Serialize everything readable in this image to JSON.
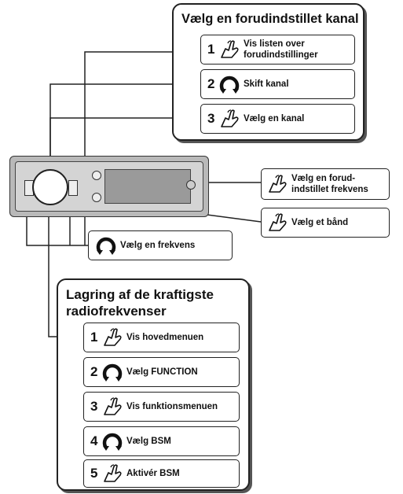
{
  "top_panel": {
    "title": "Vælg en forudindstillet kanal",
    "steps": [
      {
        "num": "1",
        "icon": "hand-touch-icon",
        "label_line1": "Vis listen over",
        "label_line2": "forudindstillinger"
      },
      {
        "num": "2",
        "icon": "rotary-knob-icon",
        "label_line1": "Skift kanal",
        "label_line2": ""
      },
      {
        "num": "3",
        "icon": "hand-touch-icon",
        "label_line1": "Vælg en kanal",
        "label_line2": ""
      }
    ]
  },
  "right_callouts": [
    {
      "icon": "hand-touch-icon",
      "label_line1": "Vælg en forud-",
      "label_line2": "indstillet frekvens"
    },
    {
      "icon": "hand-touch-icon",
      "label_line1": "Vælg et bånd",
      "label_line2": ""
    }
  ],
  "middle_callout": {
    "icon": "rotary-knob-icon",
    "label": "Vælg en frekvens"
  },
  "bottom_panel": {
    "title_line1": "Lagring af de kraftigste",
    "title_line2": "radiofrekvenser",
    "steps": [
      {
        "num": "1",
        "icon": "hand-touch-icon",
        "label": "Vis hovedmenuen"
      },
      {
        "num": "2",
        "icon": "rotary-knob-icon",
        "label": "Vælg FUNCTION"
      },
      {
        "num": "3",
        "icon": "hand-touch-icon",
        "label": "Vis funktionsmenuen"
      },
      {
        "num": "4",
        "icon": "rotary-knob-icon",
        "label": "Vælg BSM"
      },
      {
        "num": "5",
        "icon": "hand-touch-icon",
        "label": "Aktivér BSM"
      }
    ]
  },
  "device": {
    "name": "car-stereo-unit"
  }
}
